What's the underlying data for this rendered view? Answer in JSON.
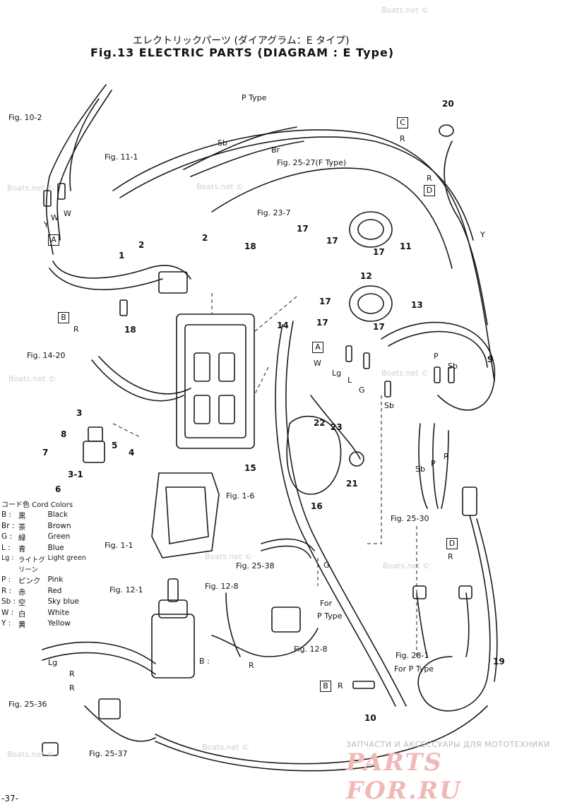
{
  "header": {
    "title_jp": "エレクトリックパーツ (ダイアグラム：E タイプ)",
    "title_en": "Fig.13 ELECTRIC PARTS (DIAGRAM : E Type)"
  },
  "refs": {
    "fig_10_2": "Fig. 10-2",
    "fig_11_1": "Fig. 11-1",
    "fig_14_20": "Fig. 14-20",
    "fig_25_27": "Fig. 25-27(F Type)",
    "fig_23_7": "Fig. 23-7",
    "fig_1_6": "Fig. 1-6",
    "fig_1_1": "Fig. 1-1",
    "fig_25_38": "Fig. 25-38",
    "fig_12_1": "Fig. 12-1",
    "fig_12_8a": "Fig. 12-8",
    "fig_12_8b": "Fig. 12-8",
    "fig_25_30": "Fig. 25-30",
    "fig_28_1": "Fig. 28-1",
    "for_p_type_b": "For P Type",
    "fig_25_36": "Fig. 25-36",
    "fig_25_37": "Fig. 25-37",
    "p_type": "P Type",
    "for": "For",
    "p_type_2": "P Type"
  },
  "parts": [
    "1",
    "2",
    "2",
    "3",
    "3-1",
    "4",
    "5",
    "6",
    "7",
    "8",
    "9",
    "10",
    "11",
    "12",
    "13",
    "14",
    "15",
    "16",
    "17",
    "17",
    "17",
    "17",
    "17",
    "17",
    "18",
    "18",
    "19",
    "20",
    "21",
    "22",
    "23"
  ],
  "connectors": {
    "A": "A",
    "B": "B",
    "C": "C",
    "D": "D"
  },
  "wire_codes": {
    "Y": "Y",
    "W": "W",
    "R": "R",
    "Sb": "Sb",
    "Br": "Br",
    "Lg": "Lg",
    "L": "L",
    "G": "G",
    "P": "P"
  },
  "legend": {
    "heading": "コード色 Cord Colors",
    "rows": [
      {
        "code": "B :",
        "jp": "黒",
        "en": "Black"
      },
      {
        "code": "Br :",
        "jp": "茶",
        "en": "Brown"
      },
      {
        "code": "G :",
        "jp": "緑",
        "en": "Green"
      },
      {
        "code": "L :",
        "jp": "青",
        "en": "Blue"
      },
      {
        "code": "Lg :",
        "jp": "ライトグリーン",
        "en": "Light green"
      },
      {
        "code": "P :",
        "jp": "ピンク",
        "en": "Pink"
      },
      {
        "code": "R :",
        "jp": "赤",
        "en": "Red"
      },
      {
        "code": "Sb :",
        "jp": "空",
        "en": "Sky blue"
      },
      {
        "code": "W :",
        "jp": "白",
        "en": "White"
      },
      {
        "code": "Y :",
        "jp": "黄",
        "en": "Yellow"
      }
    ]
  },
  "watermarks": [
    "Boats.net ©",
    "Boats.net ©",
    "Boats.net ©",
    "Boats.net ©",
    "Boats.net ©",
    "Boats.net ©",
    "Boats.net ©",
    "Boats.net ©",
    "Boats.net ©"
  ],
  "footer": {
    "ru_tagline": "ЗАПЧАСТИ И АКСЕССУАРЫ ДЛЯ МОТОТЕХНИКИ",
    "logo": "PARTS FOR.RU",
    "page_number": "-37-"
  }
}
